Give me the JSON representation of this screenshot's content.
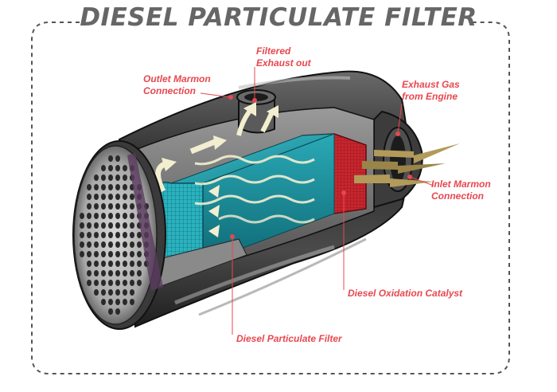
{
  "title": "DIESEL PARTICULATE FILTER",
  "labels": {
    "filtered_line1": "Filtered",
    "filtered_line2": "Exhaust out",
    "outlet_line1": "Outlet Marmon",
    "outlet_line2": "Connection",
    "exhaust_line1": "Exhaust Gas",
    "exhaust_line2": "from Engine",
    "inlet_line1": "Inlet Marmon",
    "inlet_line2": "Connection",
    "doc": "Diesel Oxidation Catalyst",
    "dpf": "Diesel Particulate Filter"
  },
  "colors": {
    "label": "#e8474f",
    "title": "#666666",
    "dpf_teal": "#1f9aa8",
    "doc_red": "#c8262e",
    "shell_dark": "#3a3a3a",
    "flow_arrow": "#f2eed0",
    "exhaust_arrow": "#b29a5a"
  }
}
